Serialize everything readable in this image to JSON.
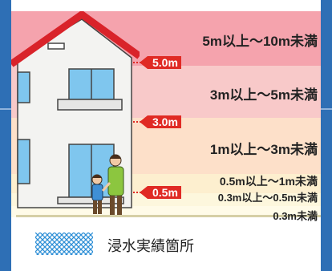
{
  "bands": [
    {
      "label": "5m以上～10m未満",
      "color": "#f5a3ad"
    },
    {
      "label": "3m以上～5m未満",
      "color": "#f8c9c9"
    },
    {
      "label": "1m以上～3m未満",
      "color": "#fde0c9"
    },
    {
      "label": "0.5m以上～1m未満",
      "color": "#fdefcf"
    },
    {
      "label": "0.3m以上～0.5m未満",
      "color": "#fdf7dd"
    },
    {
      "label": "0.3m未満",
      "color": "#fffbe8"
    }
  ],
  "markers": [
    {
      "label": "5.0m"
    },
    {
      "label": "3.0m"
    },
    {
      "label": "0.5m"
    }
  ],
  "legend": {
    "label": "浸水実績箇所",
    "pattern_color": "#2e8fd6"
  },
  "colors": {
    "frame": "#2e6fb5",
    "marker": "#e02a24",
    "roof": "#d9232a"
  }
}
